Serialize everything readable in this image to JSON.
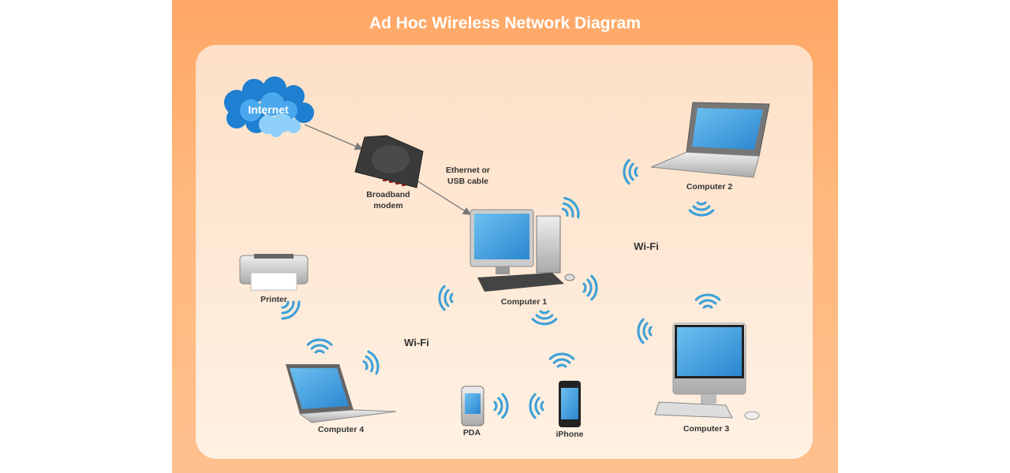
{
  "title": "Ad Hoc  Wireless Network Diagram",
  "nodes": {
    "internet": "Internet",
    "modem": [
      "Broadband",
      "modem"
    ],
    "computer1": "Computer 1",
    "computer2": "Computer 2",
    "computer3": "Computer 3",
    "computer4": "Computer 4",
    "printer": "Printer",
    "pda": "PDA",
    "iphone": "iPhone"
  },
  "edges": {
    "cable_label": [
      "Ethernet or",
      "USB cable"
    ]
  },
  "wifi_labels": [
    "Wi-Fi",
    "Wi-Fi"
  ],
  "colors": {
    "header": "#ffa766",
    "wifi": "#3a9fd8",
    "cloud": "#1f86d6",
    "screen": "#3d9ee0"
  }
}
